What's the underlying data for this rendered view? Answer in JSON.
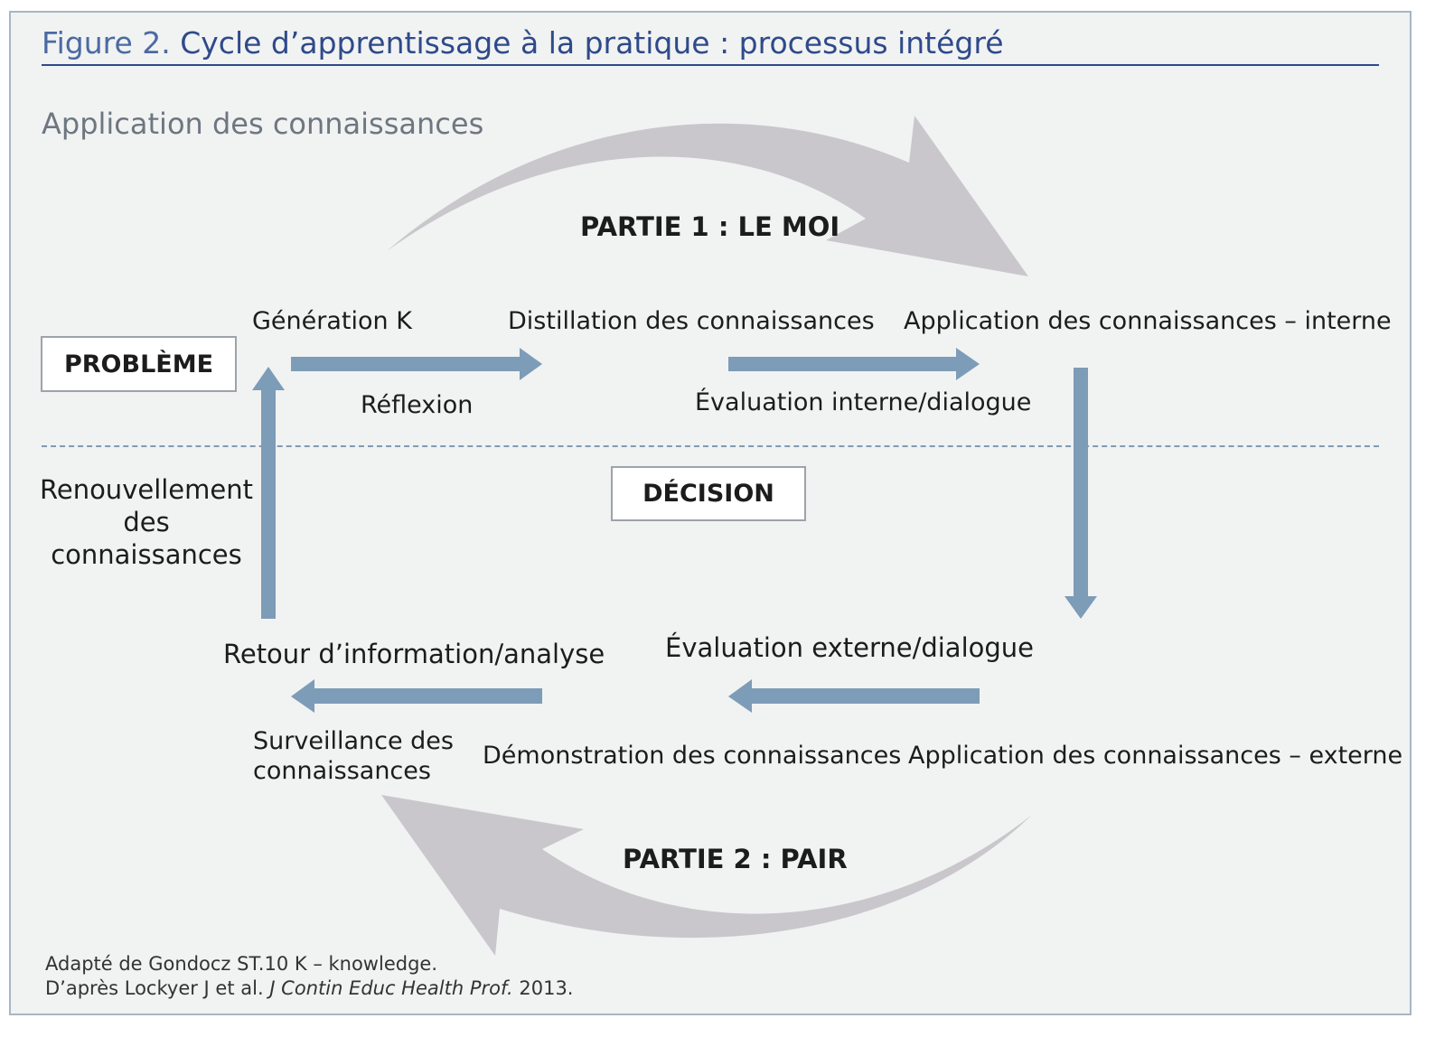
{
  "title": {
    "prefix": "Figure 2.",
    "text": "Cycle d’apprentissage à la pratique : processus intégré"
  },
  "subtitle": "Application des connaissances",
  "parts": {
    "part1": "PARTIE 1 : LE MOI",
    "part2": "PARTIE 2 : PAIR"
  },
  "boxes": {
    "probleme": "PROBLÈME",
    "decision": "DÉCISION"
  },
  "top_row": {
    "generation": "Génération K",
    "reflexion": "Réflexion",
    "distillation": "Distillation des connaissances",
    "evaluation_interne": "Évaluation interne/dialogue",
    "application_interne": "Application des connaissances – interne"
  },
  "left": {
    "renouvellement_lines": [
      "Renouvellement",
      "des",
      "connaissances"
    ]
  },
  "bottom_row": {
    "retour": "Retour d’information/analyse",
    "surveillance_lines": [
      "Surveillance des",
      "connaissances"
    ],
    "evaluation_externe": "Évaluation externe/dialogue",
    "demonstration": "Démonstration des connaissances",
    "application_externe": "Application des connaissances – externe"
  },
  "footnote": {
    "line1": "Adapté de Gondocz ST.10 K – knowledge.",
    "line2_prefix": "D’après Lockyer J et al.",
    "line2_journal": "J Contin Educ Health Prof.",
    "line2_year": "2013."
  },
  "colors": {
    "arrow_blue": "#7d9cb7",
    "arc_grey": "#c9c7cc",
    "title_blue": "#2e4a8a",
    "frame_border": "#a8b6c4"
  }
}
